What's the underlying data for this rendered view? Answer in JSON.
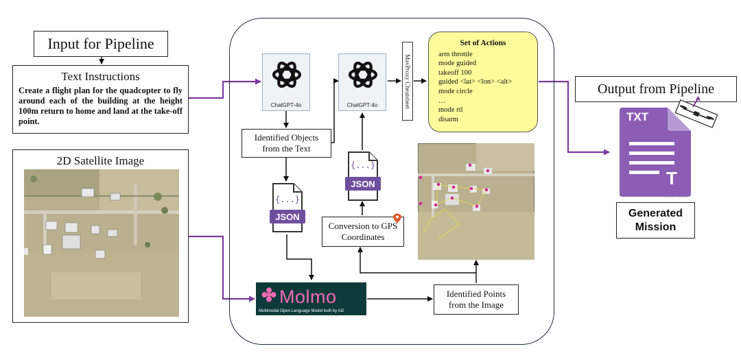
{
  "input_title": "Input for Pipeline",
  "text_instructions": {
    "heading": "Text Instructions",
    "body": "Create a flight plan for the quadcopter to fly around each of the building at the height 100m return to home and land at the take-off point."
  },
  "satellite": {
    "heading": "2D Satellite Image"
  },
  "chatgpt_label": "ChatGPT-4o",
  "identified_objects": "Identified Objects from the Text",
  "json_label": "JSON",
  "json_braces": "{...}",
  "conversion": "Conversion to GPS Coordinates",
  "mavproxy": "MavProxy Cheatsheet",
  "actions": {
    "heading": "Set of Actions",
    "lines": [
      "arm throttle",
      "mode guided",
      "takeoff 100",
      "guided <lat> <lon> <alt>",
      "mode circle",
      "…",
      "mode rtl",
      "disarm"
    ]
  },
  "molmo": {
    "name": "Molmo",
    "subtitle": "Multimodal Open Language Model built by Ai2"
  },
  "identified_points": "Identified Points from the Image",
  "output_title": "Output from Pipeline",
  "txt_icon": {
    "word": "TXT",
    "letter": "T",
    "credit": "ComputerHope.com"
  },
  "generated": "Generated Mission",
  "colors": {
    "purple_arrow": "#7a3a9c",
    "json_purple": "#6e4f9e",
    "action_bg": "#fdfb9a",
    "molmo_bg": "#0e3a3a",
    "molmo_pink": "#f06bb5",
    "txt_purple": "#8b5db5"
  }
}
